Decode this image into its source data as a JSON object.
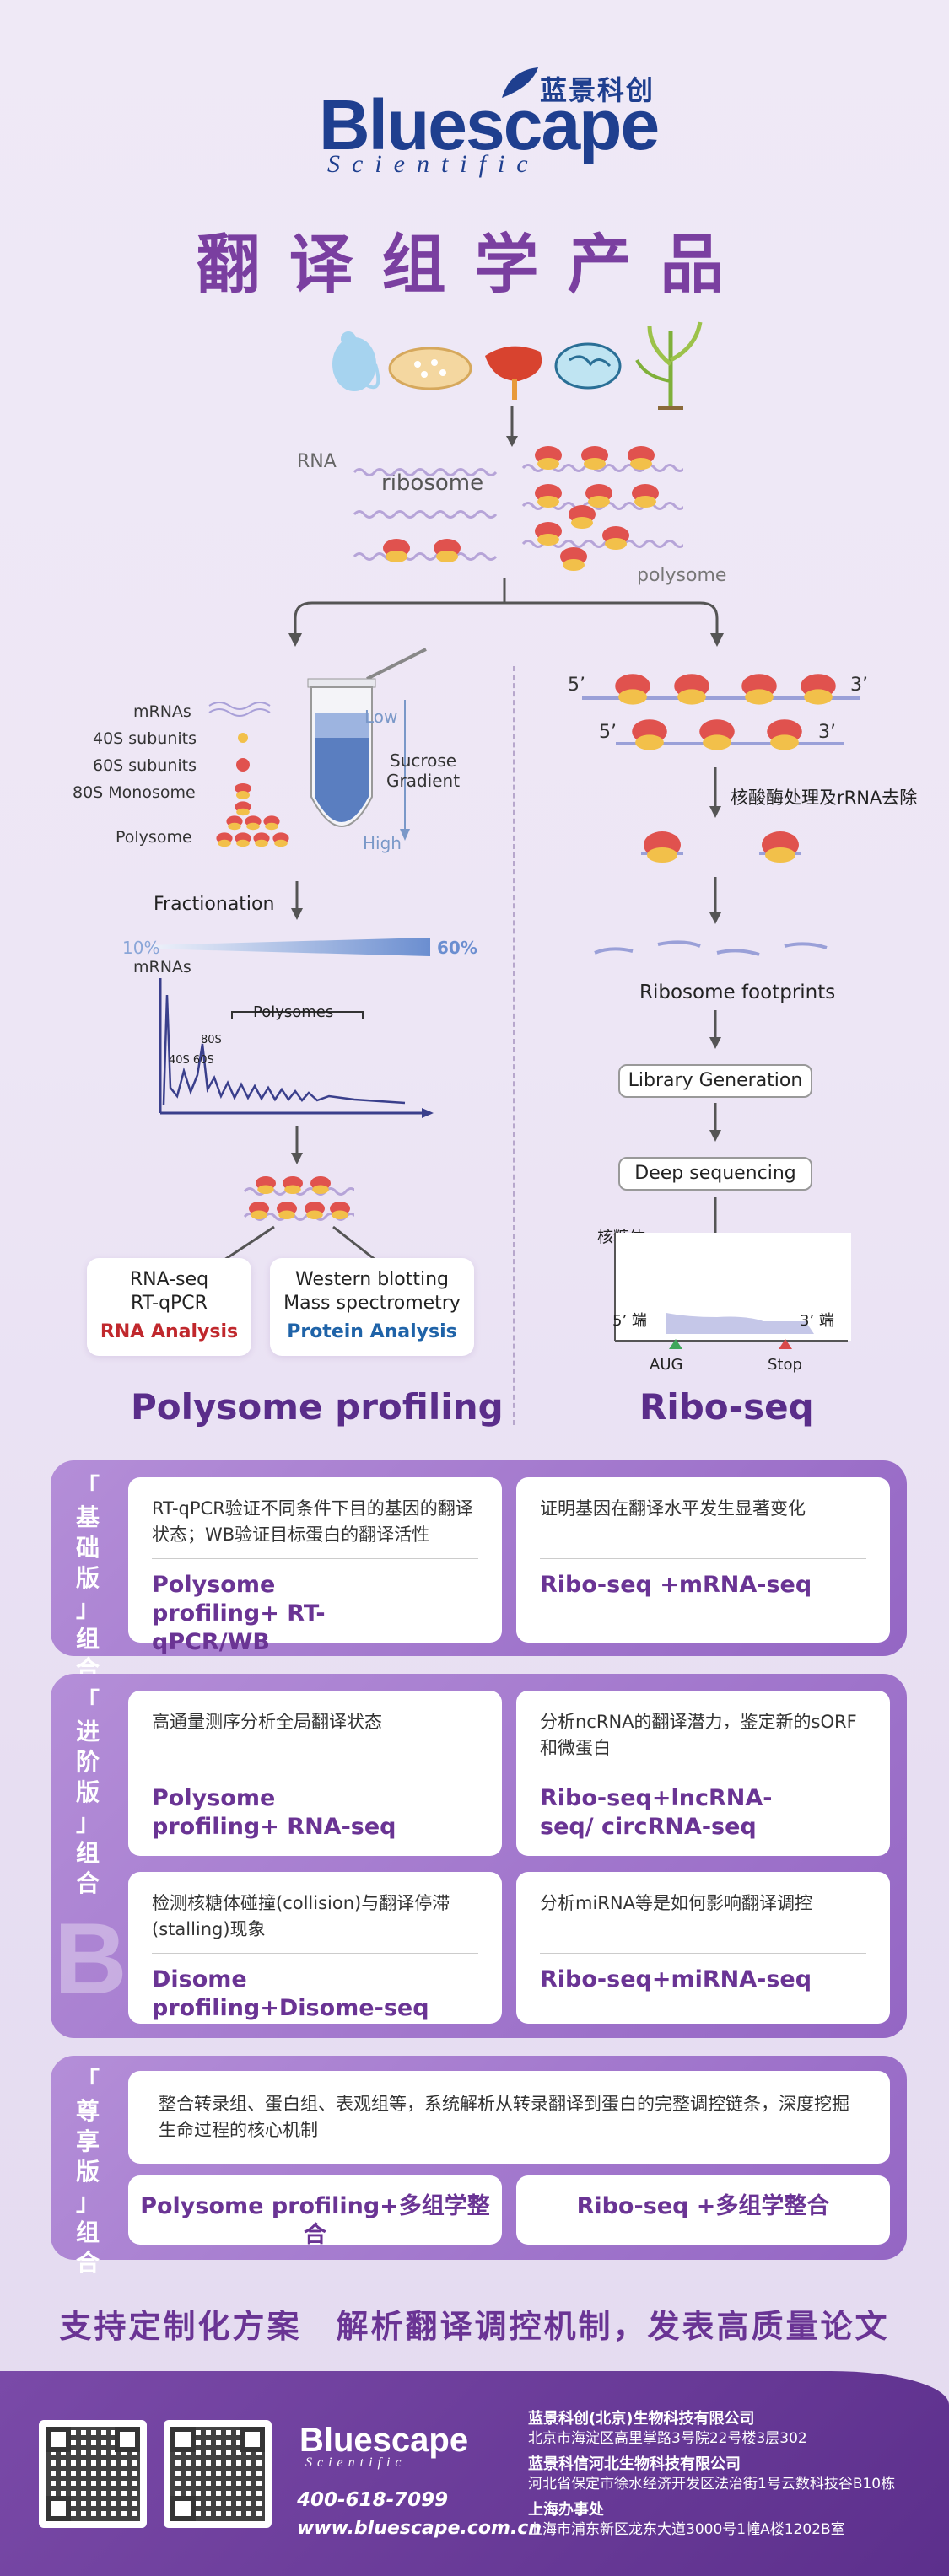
{
  "header": {
    "logo_cn": "蓝景科创",
    "logo_en": "Bluescape",
    "logo_sub": "Scientific",
    "title": "翻译组学产品"
  },
  "diagram": {
    "rna_label": "RNA",
    "ribosome_label": "ribosome",
    "polysome_label": "polysome",
    "left": {
      "mrnas": "mRNAs",
      "s40": "40S subunits",
      "s60": "60S subunits",
      "s80": "80S Monosome",
      "polysome": "Polysome",
      "low": "Low",
      "high": "High",
      "sucrose": "Sucrose",
      "gradient": "Gradient",
      "fractionation": "Fractionation",
      "pct10": "10%",
      "pct60": "60%",
      "chart_mrnas": "mRNAs",
      "polysomes": "Polysomes",
      "p80s": "80S",
      "p40s60s": "40S 60S",
      "rna_box_line1": "RNA-seq",
      "rna_box_line2": "RT-qPCR",
      "rna_box_title": "RNA Analysis",
      "prot_box_line1": "Western blotting",
      "prot_box_line2": "Mass spectrometry",
      "prot_box_title": "Protein Analysis",
      "section_title": "Polysome profiling"
    },
    "right": {
      "five1": "5’",
      "three1": "3’",
      "five2": "5’",
      "three2": "3’",
      "nuclease": "核酸酶处理及rRNA去除",
      "footprints": "Ribosome footprints",
      "library": "Library Generation",
      "deepseq": "Deep sequencing",
      "ribosome_axis": "核糖体",
      "five_end": "5’ 端",
      "three_end": "3’ 端",
      "aug": "AUG",
      "stop": "Stop",
      "section_title": "Ribo-seq"
    }
  },
  "tiers": {
    "basic": {
      "label": [
        "「",
        "基",
        "础",
        "版",
        "」",
        "组",
        "合"
      ],
      "cards": [
        {
          "desc": "RT-qPCR验证不同条件下目的基因的翻译状态；WB验证目标蛋白的翻译活性",
          "name": "Polysome profiling+ RT-qPCR/WB"
        },
        {
          "desc": "证明基因在翻译水平发生显著变化",
          "name": "Ribo-seq +mRNA-seq"
        }
      ]
    },
    "advanced": {
      "label": [
        "「",
        "进",
        "阶",
        "版",
        "」",
        "组",
        "合"
      ],
      "cards": [
        {
          "desc": "高通量测序分析全局翻译状态",
          "name": "Polysome profiling+ RNA-seq"
        },
        {
          "desc": "分析ncRNA的翻译潜力，鉴定新的sORF和微蛋白",
          "name": "Ribo-seq+lncRNA-seq/ circRNA-seq"
        },
        {
          "desc": "检测核糖体碰撞(collision)与翻译停滞(stalling)现象",
          "name": "Disome profiling+Disome-seq"
        },
        {
          "desc": "分析miRNA等是如何影响翻译调控",
          "name": "Ribo-seq+miRNA-seq"
        }
      ]
    },
    "premium": {
      "label": [
        "「",
        "尊",
        "享",
        "版",
        "」",
        "组",
        "合"
      ],
      "desc": "整合转录组、蛋白组、表观组等，系统解析从转录翻译到蛋白的完整调控链条，深度挖掘生命过程的核心机制",
      "cards": [
        {
          "name": "Polysome profiling+多组学整合"
        },
        {
          "name": "Ribo-seq +多组学整合"
        }
      ]
    }
  },
  "slogan": "支持定制化方案　解析翻译调控机制，发表高质量论文",
  "footer": {
    "logo_en": "Bluescape",
    "logo_sub": "Scientific",
    "phone": "400-618-7099",
    "website": "www.bluescape.com.cn",
    "companies": [
      {
        "name": "蓝景科创(北京)生物科技有限公司",
        "addr": "北京市海淀区高里掌路3号院22号楼3层302"
      },
      {
        "name": "蓝景科信河北生物科技有限公司",
        "addr": "河北省保定市徐水经济开发区法治街1号云数科技谷B10栋"
      },
      {
        "name": "上海办事处",
        "addr": "上海市浦东新区龙东大道3000号1幢A楼1202B室"
      }
    ]
  },
  "colors": {
    "brand_blue": "#1f3f8f",
    "purple_title": "#7a3fa0",
    "ribosome_red": "#e0524e",
    "ribosome_yellow": "#f2c04a",
    "rna_analysis": "#c0282d",
    "protein_analysis": "#1f63a8"
  }
}
